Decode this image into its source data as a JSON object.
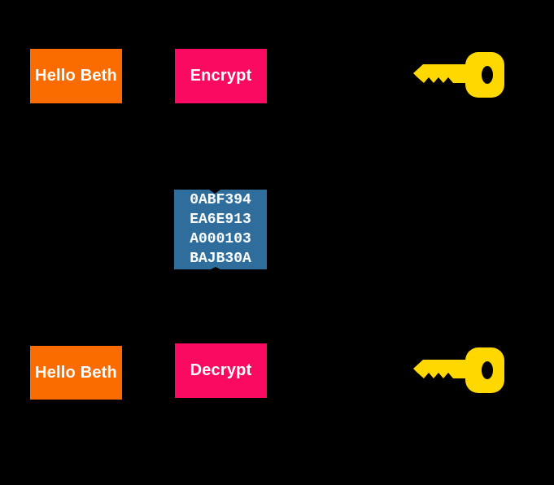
{
  "colors": {
    "background": "#000000",
    "plaintext_box": "#FA6B00",
    "action_box": "#FB0A62",
    "cipher_box": "#2F6D9D",
    "key": "#FFD800",
    "text": "#FFFFFF"
  },
  "top_row": {
    "plaintext_label": "Hello Beth",
    "action_label": "Encrypt",
    "key_icon": "key-icon"
  },
  "cipher": {
    "lines": [
      "0ABF394",
      "EA6E913",
      "A000103",
      "BAJB30A"
    ]
  },
  "bottom_row": {
    "plaintext_label": "Hello Beth",
    "action_label": "Decrypt",
    "key_icon": "key-icon"
  }
}
